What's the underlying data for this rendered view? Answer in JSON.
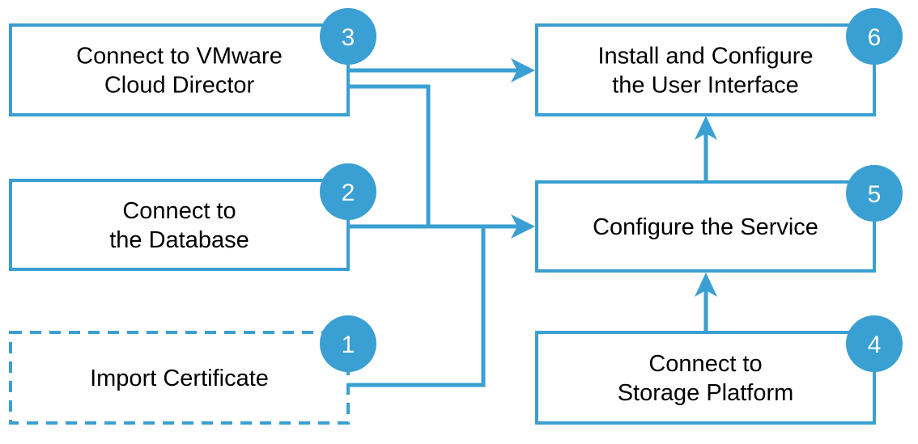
{
  "diagram": {
    "accent_color": "#3a9fd2",
    "steps": [
      {
        "number": "1",
        "lines": [
          "Import Certificate"
        ],
        "optional": true
      },
      {
        "number": "2",
        "lines": [
          "Connect to",
          "the Database"
        ],
        "optional": false
      },
      {
        "number": "3",
        "lines": [
          "Connect to VMware",
          "Cloud Director"
        ],
        "optional": false
      },
      {
        "number": "4",
        "lines": [
          "Connect to",
          "Storage Platform"
        ],
        "optional": false
      },
      {
        "number": "5",
        "lines": [
          "Configure the Service"
        ],
        "optional": false
      },
      {
        "number": "6",
        "lines": [
          "Install and Configure",
          "the User Interface"
        ],
        "optional": false
      }
    ],
    "connections": [
      {
        "from": "3",
        "to": "6"
      },
      {
        "from": "3",
        "to": "5"
      },
      {
        "from": "2",
        "to": "5"
      },
      {
        "from": "1",
        "to": "5"
      },
      {
        "from": "4",
        "to": "5"
      },
      {
        "from": "5",
        "to": "6"
      }
    ]
  }
}
